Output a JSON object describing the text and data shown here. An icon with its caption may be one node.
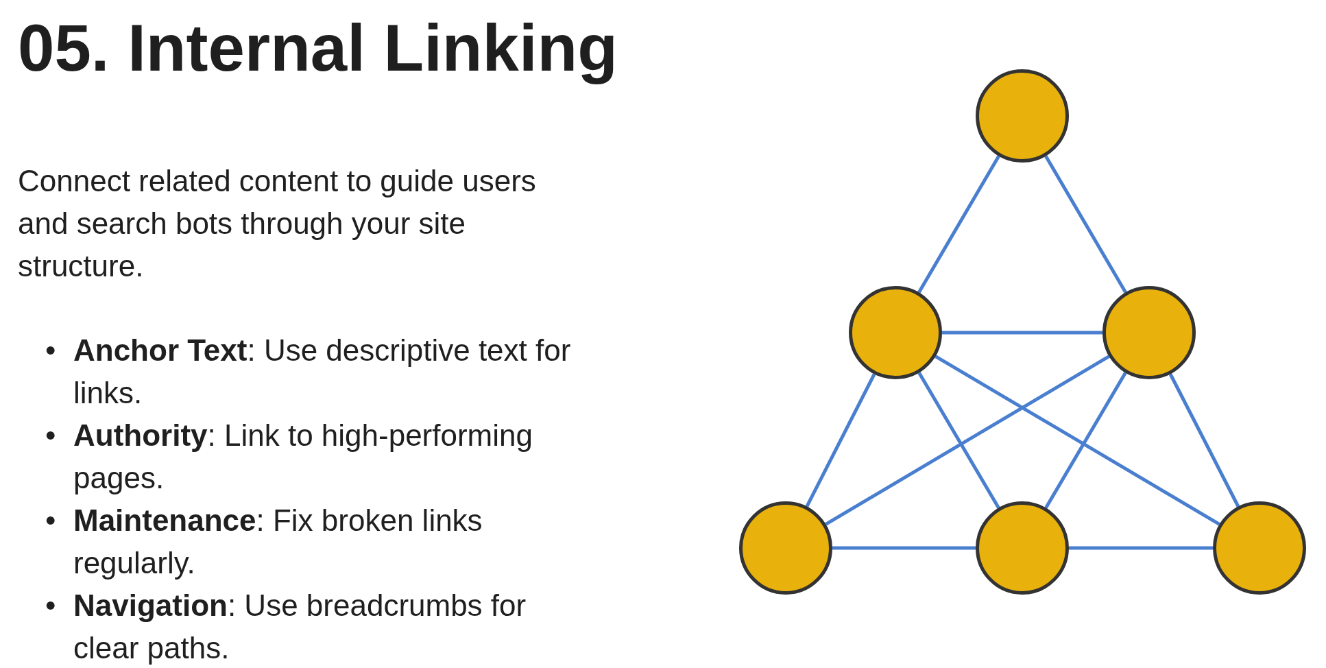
{
  "diagram": {
    "title": "05. Internal Linking",
    "nodes": [
      {
        "text": [],
        "shape": "circle"
      },
      {
        "text": [],
        "shape": "circle"
      },
      {
        "text": [],
        "shape": "circle"
      },
      {
        "text": [],
        "shape": "circle"
      },
      {
        "text": [],
        "shape": "circle"
      },
      {
        "text": [],
        "shape": "circle"
      }
    ],
    "edges": [
      {
        "from": 0,
        "to": 1,
        "arrow": "none"
      },
      {
        "from": 0,
        "to": 2,
        "arrow": "none"
      },
      {
        "from": 1,
        "to": 2,
        "arrow": "none"
      },
      {
        "from": 1,
        "to": 3,
        "arrow": "none"
      },
      {
        "from": 1,
        "to": 4,
        "arrow": "none"
      },
      {
        "from": 1,
        "to": 5,
        "arrow": "none"
      },
      {
        "from": 2,
        "to": 3,
        "arrow": "none"
      },
      {
        "from": 2,
        "to": 4,
        "arrow": "none"
      },
      {
        "from": 2,
        "to": 5,
        "arrow": "none"
      },
      {
        "from": 3,
        "to": 4,
        "arrow": "none"
      },
      {
        "from": 4,
        "to": 5,
        "arrow": "none"
      }
    ],
    "labels": [
      "Connect related content to guide users and search bots through your site structure.",
      "•",
      "**Anchor Text**: Use descriptive text for links.",
      "•",
      "**Authority**: Link to high-performing pages.",
      "•",
      "**Maintenance**: Fix broken links regularly.",
      "•",
      "**Navigation**: Use breadcrumbs for clear paths."
    ]
  }
}
